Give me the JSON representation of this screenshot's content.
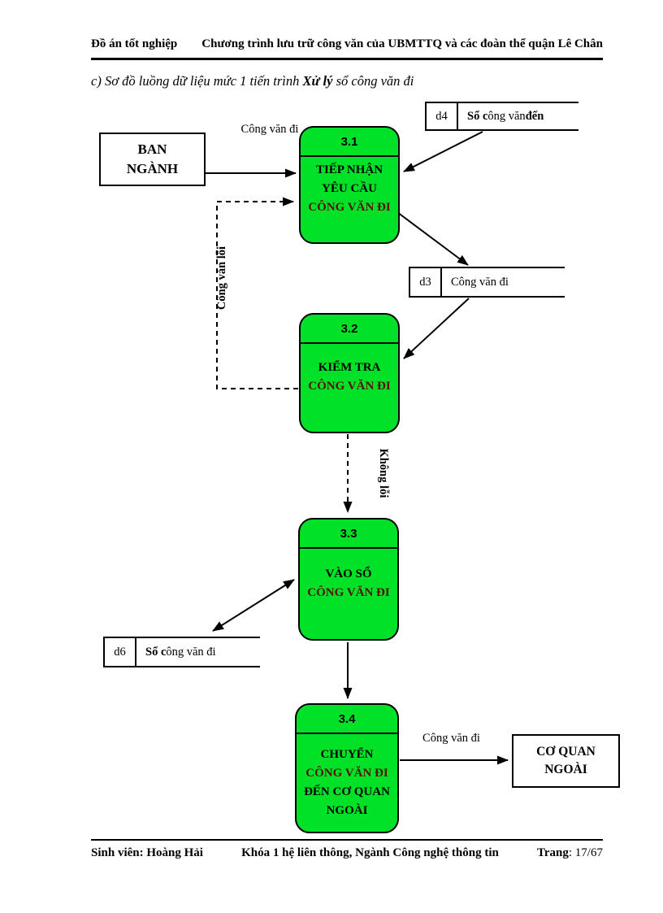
{
  "page": {
    "header": {
      "left": "Đồ án tốt nghiệp",
      "right": "Chương trình lưu trữ công văn của UBMTTQ và các đoàn thể quận Lê Chân"
    },
    "title": {
      "prefix": "c) Sơ đồ luồng dữ liệu mức 1 tiến trình ",
      "emphasis": "Xử lý",
      "suffix": " sổ công văn đi"
    },
    "footer": {
      "left": "Sinh viên: Hoàng Hải",
      "center": "Khóa 1 hệ liên thông, Ngành Công nghệ thông tin",
      "page_label": "Trang",
      "page_value": ": 17/67"
    }
  },
  "colors": {
    "process_fill": "#00e127",
    "process_text_alt": "#5a1000",
    "line": "#000000"
  },
  "diagram": {
    "entities": [
      {
        "id": "ban-nganh",
        "label": "BAN\nNGÀNH"
      },
      {
        "id": "co-quan-ngoai",
        "label": "CƠ QUAN\nNGOÀI"
      }
    ],
    "processes": [
      {
        "number": "3.1",
        "line_black1": "TIẾP NHẬN\nYÊU CẦU",
        "line_alt": "CÔNG VĂN ĐI",
        "line_black2": ""
      },
      {
        "number": "3.2",
        "line_black1": "KIỂM TRA",
        "line_alt": "CÔNG VĂN ĐI",
        "line_black2": ""
      },
      {
        "number": "3.3",
        "line_black1": "VÀO SỔ",
        "line_alt": "CÔNG VĂN ĐI",
        "line_black2": ""
      },
      {
        "number": "3.4",
        "line_black1": "CHUYỂN",
        "line_alt": "CÔNG VĂN ĐI",
        "line_black2": "ĐẾN CƠ QUAN\nNGOÀI"
      }
    ],
    "stores": [
      {
        "id": "d4",
        "label_bold_prefix": "Sổ c",
        "label_mid": "ông văn ",
        "label_bold_suffix": "đến"
      },
      {
        "id": "d3",
        "label_bold_prefix": "",
        "label_mid": "Công văn đi",
        "label_bold_suffix": ""
      },
      {
        "id": "d6",
        "label_bold_prefix": "Sổ c",
        "label_mid": "ông văn đi",
        "label_bold_suffix": ""
      }
    ],
    "flow_labels": {
      "top": "Công văn đi",
      "error": "Công văn lỗi",
      "no_error": "Không lỗi",
      "out": "Công văn đi"
    }
  }
}
